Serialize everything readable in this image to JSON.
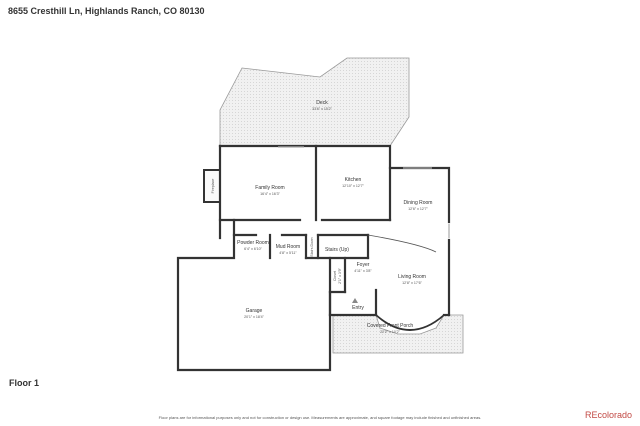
{
  "header": {
    "address": "8655 Cresthill Ln, Highlands Ranch, CO 80130"
  },
  "plan": {
    "floor_label": "Floor 1",
    "rooms": {
      "deck": {
        "name": "Deck",
        "dims": "33'6\" x 15'2\""
      },
      "family_room": {
        "name": "Family Room",
        "dims": "16'4\" x 16'3\""
      },
      "kitchen": {
        "name": "Kitchen",
        "dims": "12'10\" x 12'7\""
      },
      "dining_room": {
        "name": "Dining Room",
        "dims": "12'6\" x 12'7\""
      },
      "fireplace": {
        "name": "Fireplace"
      },
      "powder_room": {
        "name": "Powder Room",
        "dims": "6'4\" x 6'10\""
      },
      "mud_room": {
        "name": "Mud Room",
        "dims": "4'8\" x 5'11\""
      },
      "stairs_down": {
        "name": "Stairs Down"
      },
      "stairs_up": {
        "name": "Stairs (Up)"
      },
      "foyer": {
        "name": "Foyer",
        "dims": "4'11\" x 3'8\""
      },
      "closet": {
        "name": "Closet",
        "dims": "2'1\" x 3'9\""
      },
      "living_room": {
        "name": "Living Room",
        "dims": "12'8\" x 17'6\""
      },
      "garage": {
        "name": "Garage",
        "dims": "20'1\" x 18'4\""
      },
      "entry": {
        "name": "Entry"
      },
      "covered_front_porch": {
        "name": "Covered Front Porch",
        "dims": "22'2\" x 10'2\""
      }
    }
  },
  "footer": {
    "disclaimer": "Floor plans are for informational purposes only and not for construction or design use. Measurements are approximate, and square footage may include finished and unfinished areas.",
    "brand": "REcolorado"
  }
}
